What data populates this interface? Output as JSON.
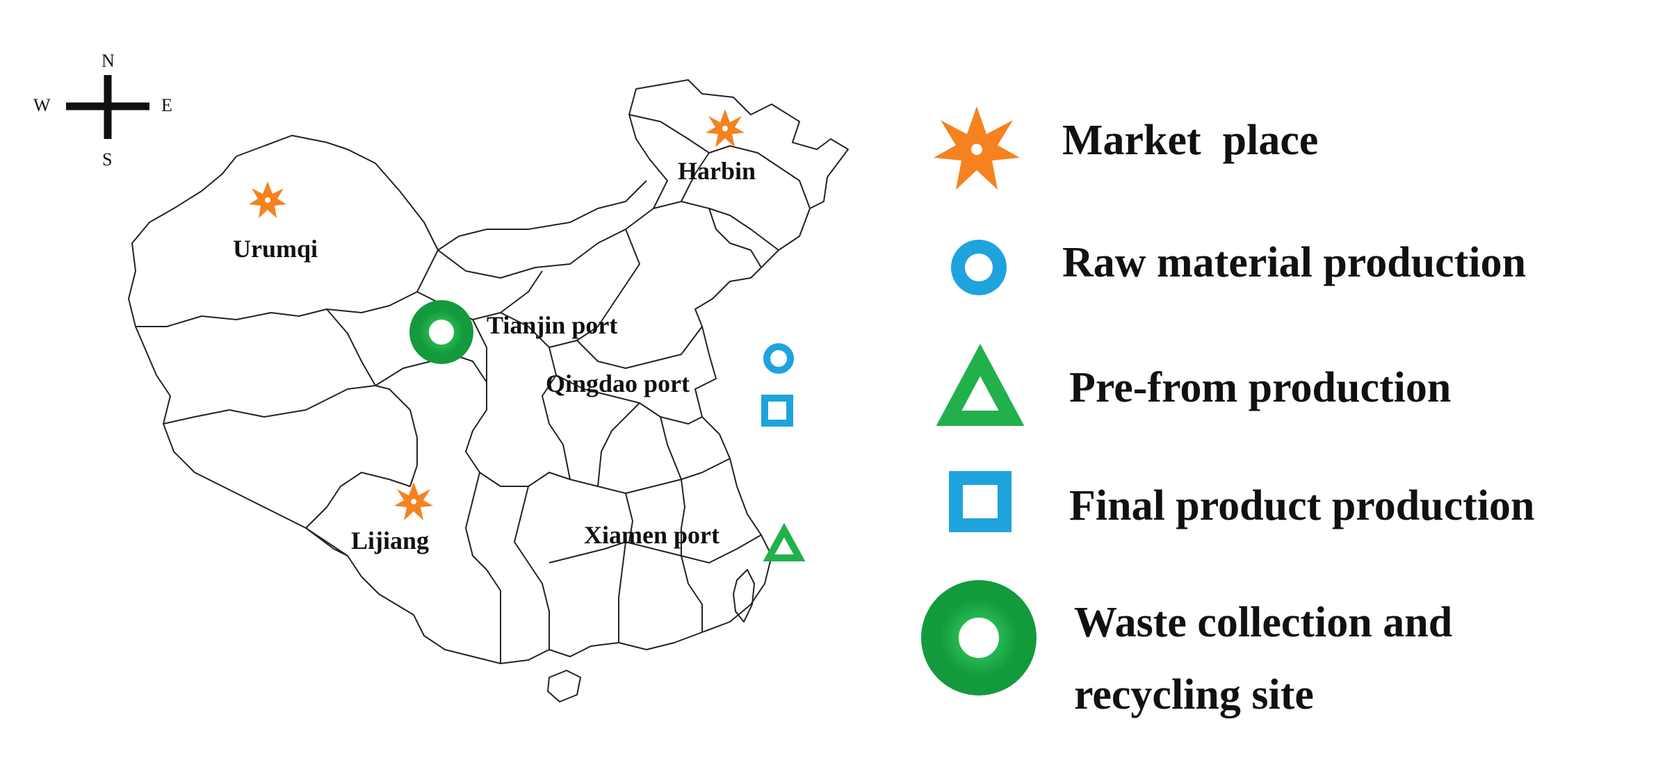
{
  "compass": {
    "north": "N",
    "south": "S",
    "west": "W",
    "east": "E"
  },
  "cities": [
    {
      "id": "harbin",
      "label": "Harbin",
      "type": "market"
    },
    {
      "id": "urumqi",
      "label": "Urumqi",
      "type": "market"
    },
    {
      "id": "lijiang",
      "label": "Lijiang",
      "type": "market"
    },
    {
      "id": "tianjin",
      "label": "Tianjin port",
      "type": "waste"
    },
    {
      "id": "qingdao",
      "label": "Qingdao port",
      "type": "raw+final"
    },
    {
      "id": "xiamen",
      "label": "Xiamen port",
      "type": "preform"
    }
  ],
  "legend": {
    "market": "Market  place",
    "raw": "Raw material production",
    "preform": "Pre-from production",
    "final": "Final product production",
    "waste_line1": "Waste collection and",
    "waste_line2": "recycling site"
  },
  "colors": {
    "market": "#f5821f",
    "raw": "#1fa3dc",
    "preform": "#22b04b",
    "final": "#1fa3dc",
    "waste": "#1ea84a"
  }
}
